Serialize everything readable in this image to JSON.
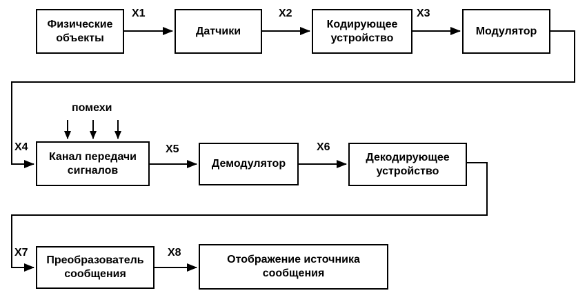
{
  "diagram": {
    "boxes": {
      "physical_objects": "Физические объекты",
      "sensors": "Датчики",
      "encoder": "Кодирующее устройство",
      "modulator": "Модулятор",
      "channel": "Канал передачи сигналов",
      "demodulator": "Демодулятор",
      "decoder": "Декодирующее устройство",
      "message_converter": "Преобразователь сообщения",
      "message_source_display": "Отображение источника сообщения"
    },
    "signal_labels": {
      "x1": "X1",
      "x2": "X2",
      "x3": "X3",
      "x4": "X4",
      "x5": "X5",
      "x6": "X6",
      "x7": "X7",
      "x8": "X8"
    },
    "noise_label": "помехи",
    "colors": {
      "line": "#000000",
      "background": "#ffffff",
      "box_fill": "#ffffff",
      "text": "#000000"
    }
  }
}
